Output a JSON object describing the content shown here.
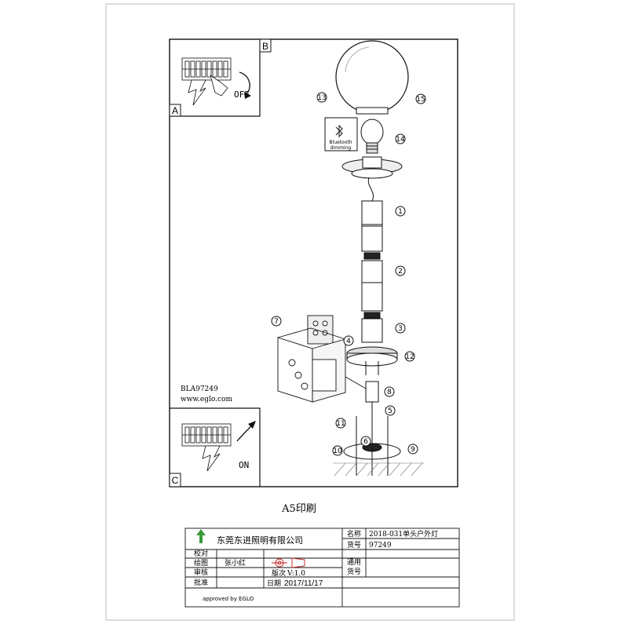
{
  "document": {
    "model_code": "BLA97249",
    "website": "www.eglo.com",
    "print_note": "A5印刷"
  },
  "insets": {
    "a": {
      "letter": "A",
      "switch_label": "OFF"
    },
    "b": {
      "letter": "B"
    },
    "c": {
      "letter": "C",
      "switch_label": "ON"
    }
  },
  "bluetooth_box": {
    "line1": "Bluetooth",
    "line2": "dimming"
  },
  "step_numbers": [
    "1",
    "2",
    "3",
    "4",
    "5",
    "6",
    "7",
    "8",
    "9",
    "10",
    "11",
    "12",
    "13",
    "14",
    "15"
  ],
  "title_block": {
    "company": "东莞东进照明有限公司",
    "rows": [
      {
        "label": "名称",
        "value": "2018-031单头户外灯"
      },
      {
        "label": "货号",
        "value": "97249"
      },
      {
        "label": "通用",
        "value": ""
      },
      {
        "label": "货号",
        "value": ""
      }
    ],
    "left_rows": [
      {
        "label": "校对",
        "value": ""
      },
      {
        "label": "绘图",
        "value": "张小红"
      },
      {
        "label": "审核",
        "value": ""
      },
      {
        "label": "批准",
        "value": ""
      }
    ],
    "version_label": "版次",
    "version_value": "V:1.0",
    "date_label": "日期",
    "date_value": "2017/11/17",
    "approval": "approved by EGLO"
  }
}
